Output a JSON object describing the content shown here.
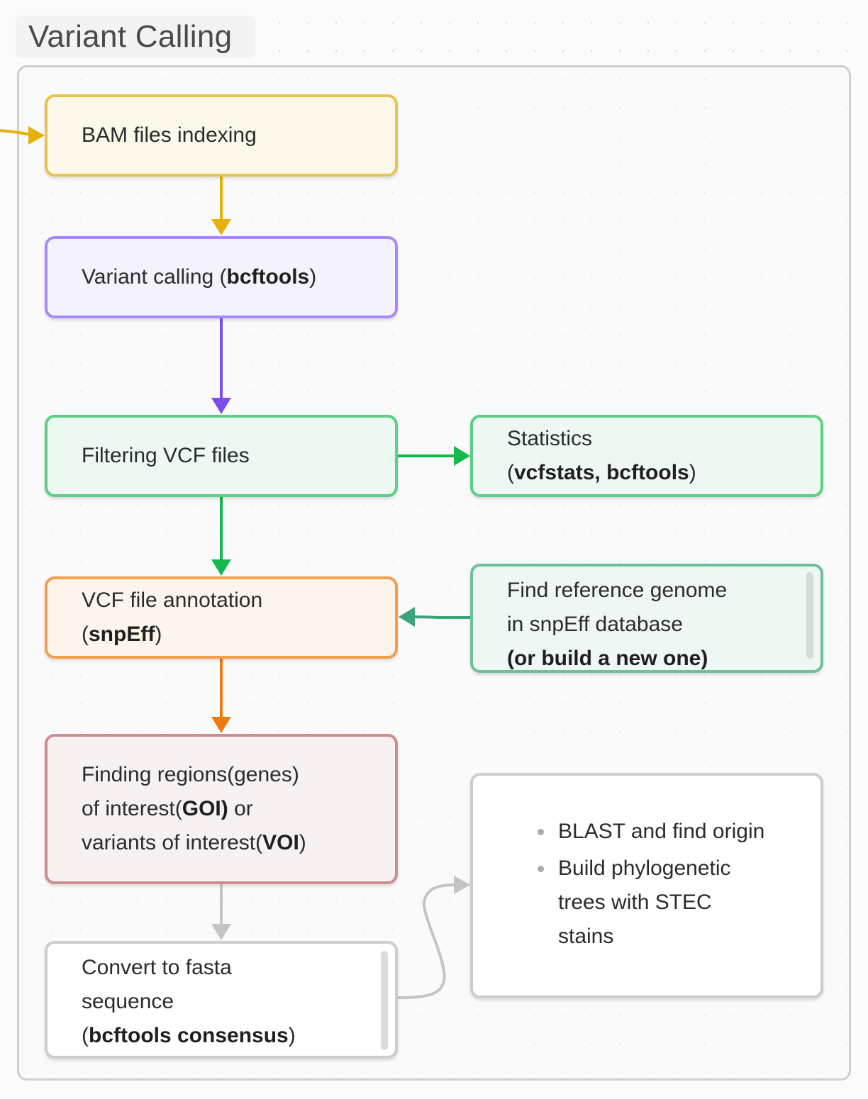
{
  "section": {
    "title": "Variant Calling"
  },
  "colors": {
    "bam": "#e5b00a",
    "variant_calling": "#7c4eea",
    "filtering": "#13b94c",
    "annotation": "#ee7a10",
    "reference": "#3aa57a",
    "neutral": "#c4c4c4"
  },
  "nodes": {
    "bam": {
      "label": "BAM files indexing"
    },
    "vc": {
      "prefix": "Variant calling (",
      "bold": "bcftools",
      "suffix": ")"
    },
    "filt": {
      "label": "Filtering VCF files"
    },
    "stat": {
      "line1": "Statistics",
      "prefix": "(",
      "bold": "vcfstats, bcftools",
      "suffix": ")"
    },
    "ann": {
      "line1": "VCF file annotation",
      "prefix": "(",
      "bold": "snpEff",
      "suffix": ")"
    },
    "ref": {
      "line1": "Find reference genome",
      "line2": "in snpEff database",
      "bold": "(or build a new one)"
    },
    "goi": {
      "line1": "Finding regions(genes)",
      "line2_prefix": "of interest(",
      "line2_bold": "GOI)",
      "line2_suffix": " or",
      "line3_prefix": "variants of interest(",
      "line3_bold": "VOI",
      "line3_suffix": ")"
    },
    "fasta": {
      "line1": "Convert to fasta",
      "line2": "sequence",
      "prefix": "(",
      "bold": "bcftools consensus",
      "suffix": ")"
    },
    "blast": {
      "bullets": [
        "BLAST and find origin",
        "Build phylogenetic trees with STEC stains"
      ]
    }
  },
  "edges": [
    {
      "from": "external",
      "to": "BAM files indexing"
    },
    {
      "from": "BAM files indexing",
      "to": "Variant calling (bcftools)"
    },
    {
      "from": "Variant calling (bcftools)",
      "to": "Filtering VCF files"
    },
    {
      "from": "Filtering VCF files",
      "to": "Statistics (vcfstats, bcftools)"
    },
    {
      "from": "Filtering VCF files",
      "to": "VCF file annotation (snpEff)"
    },
    {
      "from": "Find reference genome in snpEff database (or build a new one)",
      "to": "VCF file annotation (snpEff)"
    },
    {
      "from": "VCF file annotation (snpEff)",
      "to": "Finding regions(genes) of interest(GOI) or variants of interest(VOI)"
    },
    {
      "from": "Finding regions(genes) of interest(GOI) or variants of interest(VOI)",
      "to": "Convert to fasta sequence (bcftools consensus)"
    },
    {
      "from": "Convert to fasta sequence (bcftools consensus)",
      "to": "BLAST and find origin / Build phylogenetic trees"
    }
  ]
}
